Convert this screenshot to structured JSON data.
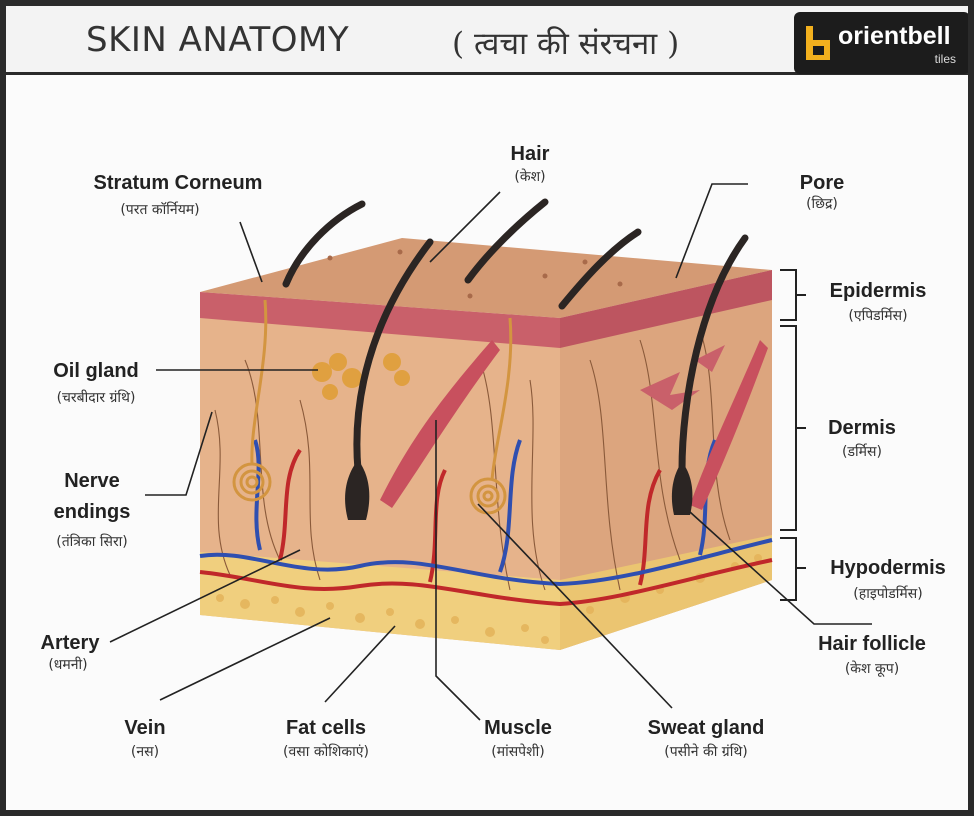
{
  "header": {
    "title": "SKIN ANATOMY",
    "title_hindi": "( त्वचा की संरचना )",
    "logo_word": "orientbell",
    "logo_sub": "tiles"
  },
  "labels": {
    "hair": {
      "en": "Hair",
      "hi": "(केश)"
    },
    "stratum": {
      "en": "Stratum Corneum",
      "hi": "(परत कॉर्नियम)"
    },
    "pore": {
      "en": "Pore",
      "hi": "(छिद्र)"
    },
    "epidermis": {
      "en": "Epidermis",
      "hi": "(एपिडर्मिस)"
    },
    "oil": {
      "en": "Oil gland",
      "hi": "(चरबीदार ग्रंथि)"
    },
    "dermis": {
      "en": "Dermis",
      "hi": "(डर्मिस)"
    },
    "nerve1": "Nerve",
    "nerve2": "endings",
    "nerve_hi": "(तंत्रिका सिरा)",
    "hypo": {
      "en": "Hypodermis",
      "hi": "(हाइपोडर्मिस)"
    },
    "artery": {
      "en": "Artery",
      "hi": "(धमनी)"
    },
    "follicle": {
      "en": "Hair follicle",
      "hi": "(केश कूप)"
    },
    "vein": {
      "en": "Vein",
      "hi": "(नस)"
    },
    "fat": {
      "en": "Fat cells",
      "hi": "(वसा कोशिकाएं)"
    },
    "muscle": {
      "en": "Muscle",
      "hi": "(मांसपेशी)"
    },
    "sweat": {
      "en": "Sweat gland",
      "hi": "(पसीने की ग्रंथि)"
    }
  },
  "colors": {
    "skin_top": "#d49a74",
    "epidermis": "#c9606a",
    "dermis": "#e3b28a",
    "fat": "#f0cf7e",
    "artery": "#c0282a",
    "vein": "#2f4fb0",
    "hair": "#2b2523",
    "muscle": "#c8505e",
    "gland": "#e0a040"
  }
}
